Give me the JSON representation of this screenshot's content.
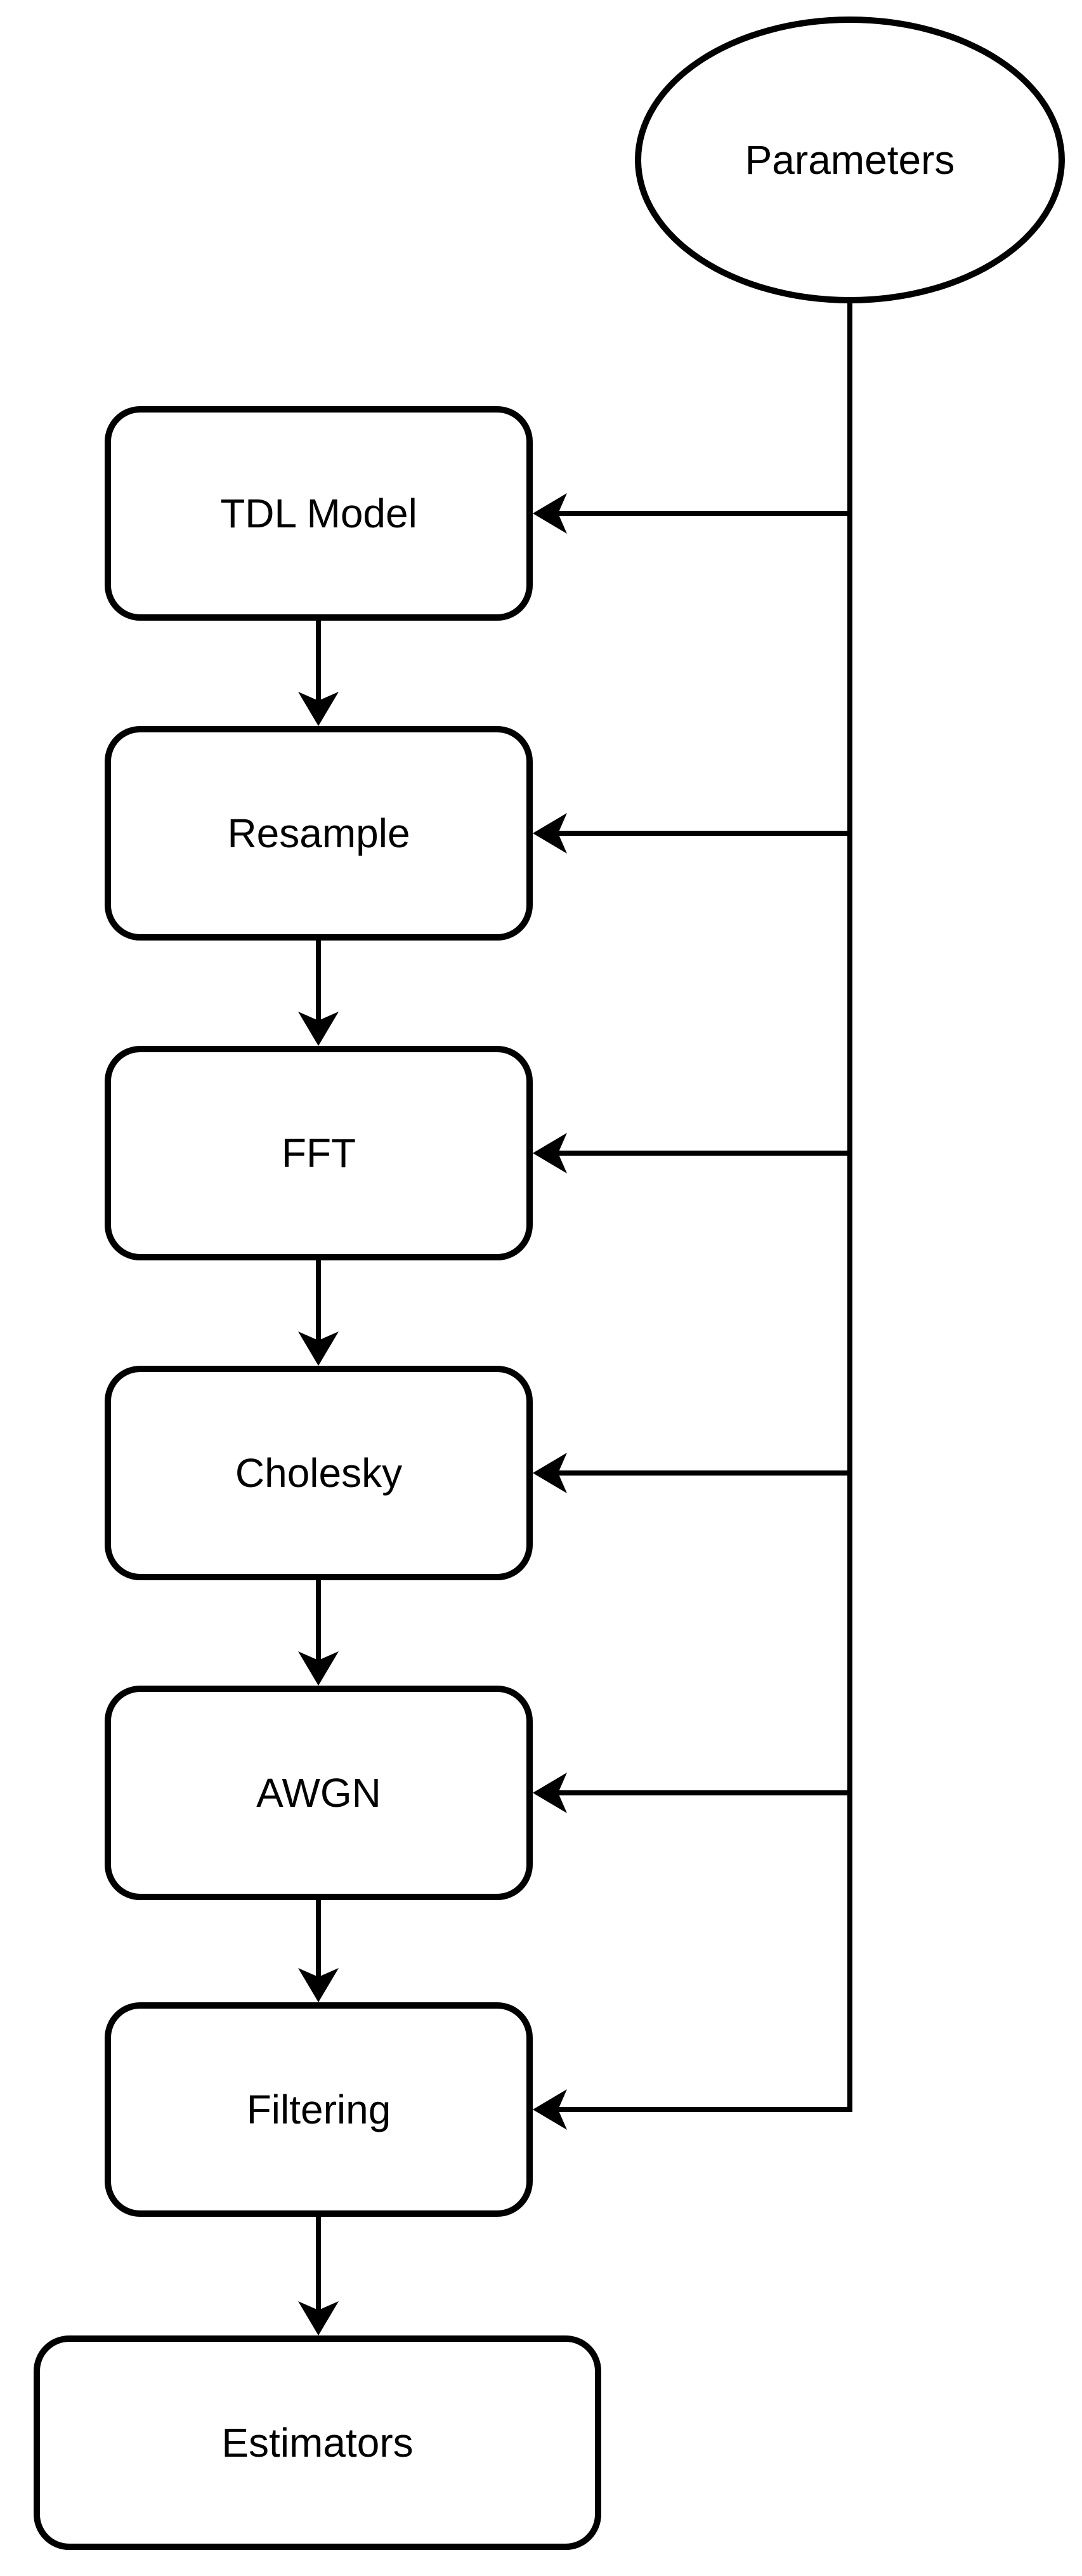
{
  "diagram": {
    "type": "flowchart",
    "background_color": "#ffffff",
    "stroke_color": "#000000",
    "fill_color": "#ffffff",
    "nodes": {
      "source": {
        "label": "Parameters",
        "shape": "ellipse"
      },
      "steps": [
        {
          "label": "TDL Model",
          "shape": "rounded-rectangle"
        },
        {
          "label": "Resample",
          "shape": "rounded-rectangle"
        },
        {
          "label": "FFT",
          "shape": "rounded-rectangle"
        },
        {
          "label": "Cholesky",
          "shape": "rounded-rectangle"
        },
        {
          "label": "AWGN",
          "shape": "rounded-rectangle"
        },
        {
          "label": "Filtering",
          "shape": "rounded-rectangle"
        }
      ],
      "terminal": {
        "label": "Estimators",
        "shape": "rounded-rectangle"
      }
    },
    "edges": [
      {
        "from": "Parameters",
        "to": "TDL Model",
        "style": "arrow"
      },
      {
        "from": "Parameters",
        "to": "Resample",
        "style": "arrow"
      },
      {
        "from": "Parameters",
        "to": "FFT",
        "style": "arrow"
      },
      {
        "from": "Parameters",
        "to": "Cholesky",
        "style": "arrow"
      },
      {
        "from": "Parameters",
        "to": "AWGN",
        "style": "arrow"
      },
      {
        "from": "Parameters",
        "to": "Filtering",
        "style": "arrow"
      },
      {
        "from": "TDL Model",
        "to": "Resample",
        "style": "arrow"
      },
      {
        "from": "Resample",
        "to": "FFT",
        "style": "arrow"
      },
      {
        "from": "FFT",
        "to": "Cholesky",
        "style": "arrow"
      },
      {
        "from": "Cholesky",
        "to": "AWGN",
        "style": "arrow"
      },
      {
        "from": "AWGN",
        "to": "Filtering",
        "style": "arrow"
      },
      {
        "from": "Filtering",
        "to": "Estimators",
        "style": "arrow"
      }
    ]
  }
}
